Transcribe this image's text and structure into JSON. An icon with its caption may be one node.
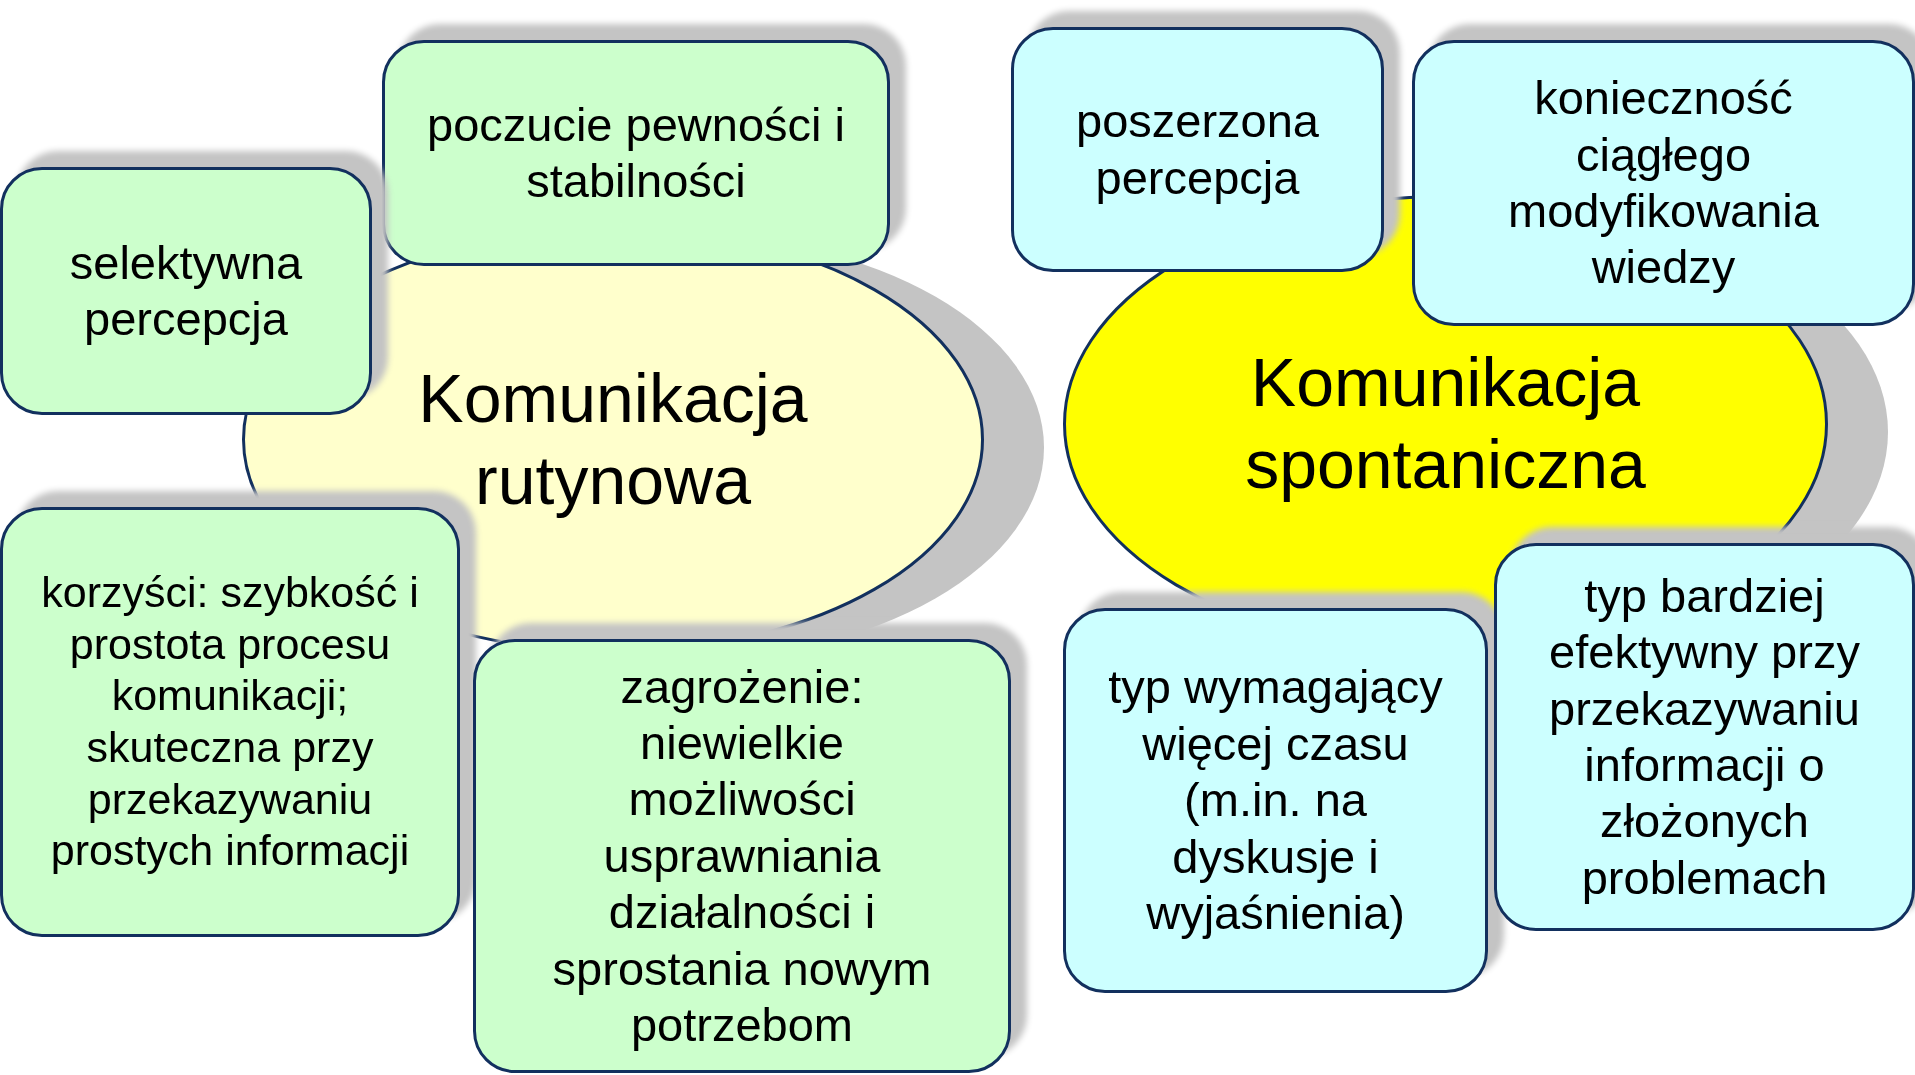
{
  "diagram": {
    "nodes": [
      {
        "text": [
          "Komunikacja rutynowa"
        ]
      },
      {
        "text": [
          "poczucie pewności i stabilności"
        ]
      },
      {
        "text": [
          "selektywna percepcja"
        ]
      },
      {
        "text": [
          "korzyści: szybkość i prostota procesu komunikacji; skuteczna przy przekazywaniu prostych informacji"
        ]
      },
      {
        "text": [
          "zagrożenie: niewielkie możliwości usprawniania działalności i sprostania nowym potrzebom"
        ]
      },
      {
        "text": [
          "Komunikacja spontaniczna"
        ]
      },
      {
        "text": [
          "poszerzona percepcja"
        ]
      },
      {
        "text": [
          "konieczność ciągłego modyfikowania wiedzy"
        ]
      },
      {
        "text": [
          "typ wymagający więcej czasu (m.in. na dyskusje i wyjaśnienia)"
        ]
      },
      {
        "text": [
          "typ bardziej efektywny przy przekazywaniu informacji o złożonych problemach"
        ]
      }
    ]
  }
}
